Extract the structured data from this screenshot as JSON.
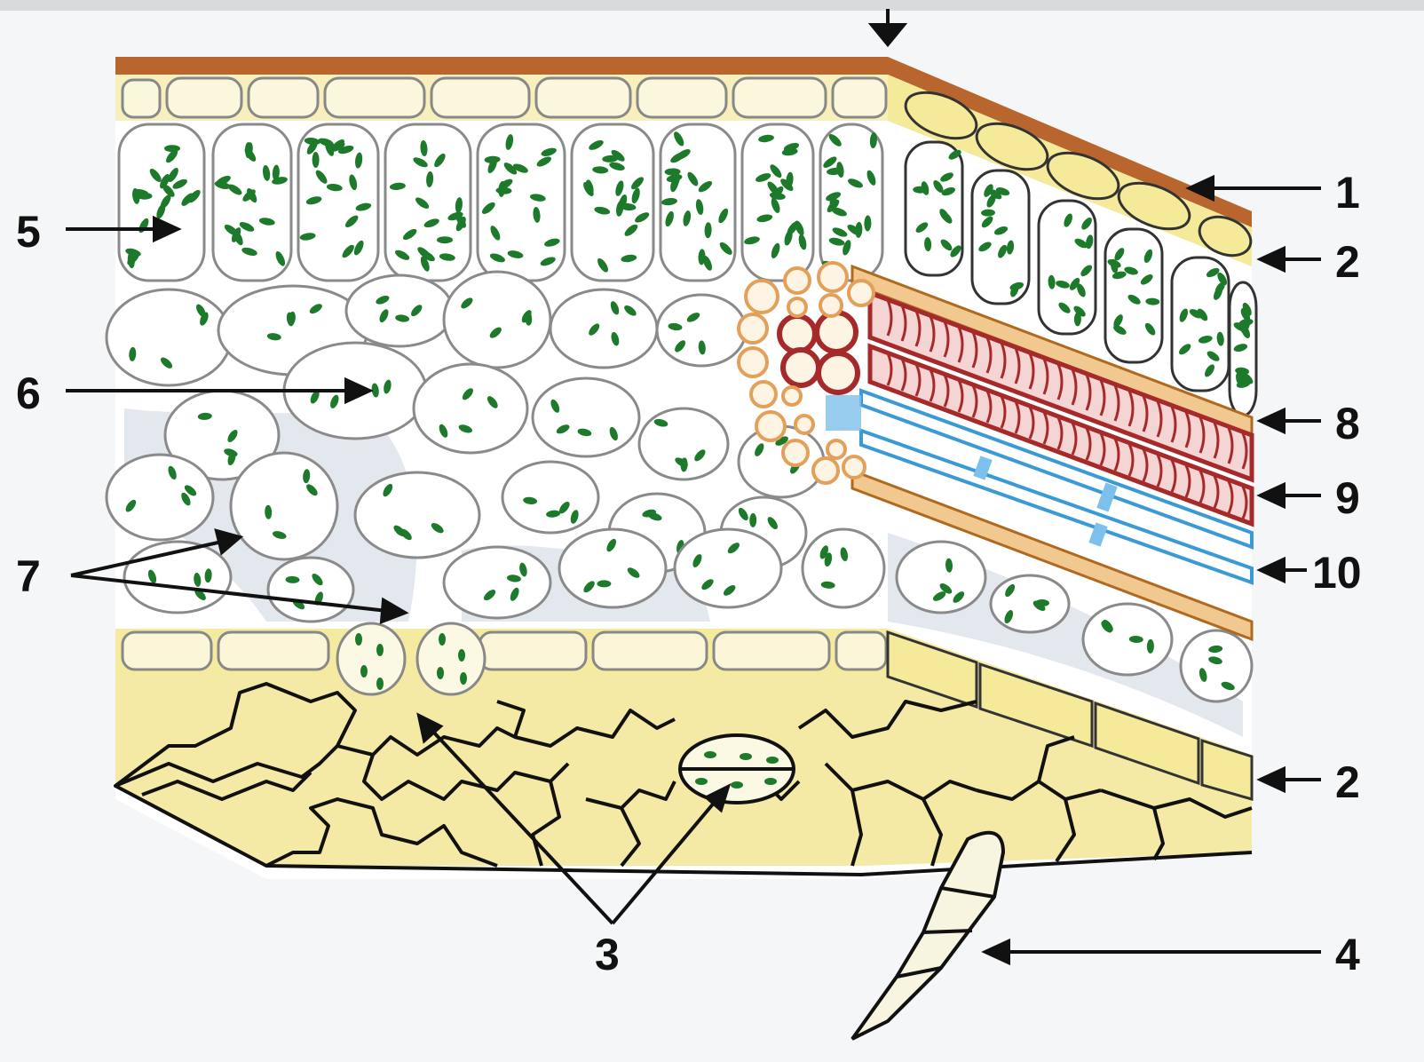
{
  "labels": {
    "l1": "1",
    "l2a": "2",
    "l2b": "2",
    "l3": "3",
    "l4": "4",
    "l5": "5",
    "l6": "6",
    "l7": "7",
    "l8": "8",
    "l9": "9",
    "l10": "10"
  },
  "colors": {
    "cuticle": "#b8662d",
    "epidermis": "#f7efbc",
    "lower_epidermis": "#f5eba0",
    "chloroplast": "#1d7a2a",
    "cell_wall": "#8a8a8a",
    "air_space": "#e2e8ee",
    "xylem": "#a62a2a",
    "phloem": "#3a9ad6",
    "bundle_sheath": "#e3a05a",
    "background": "#f4f6f8"
  }
}
